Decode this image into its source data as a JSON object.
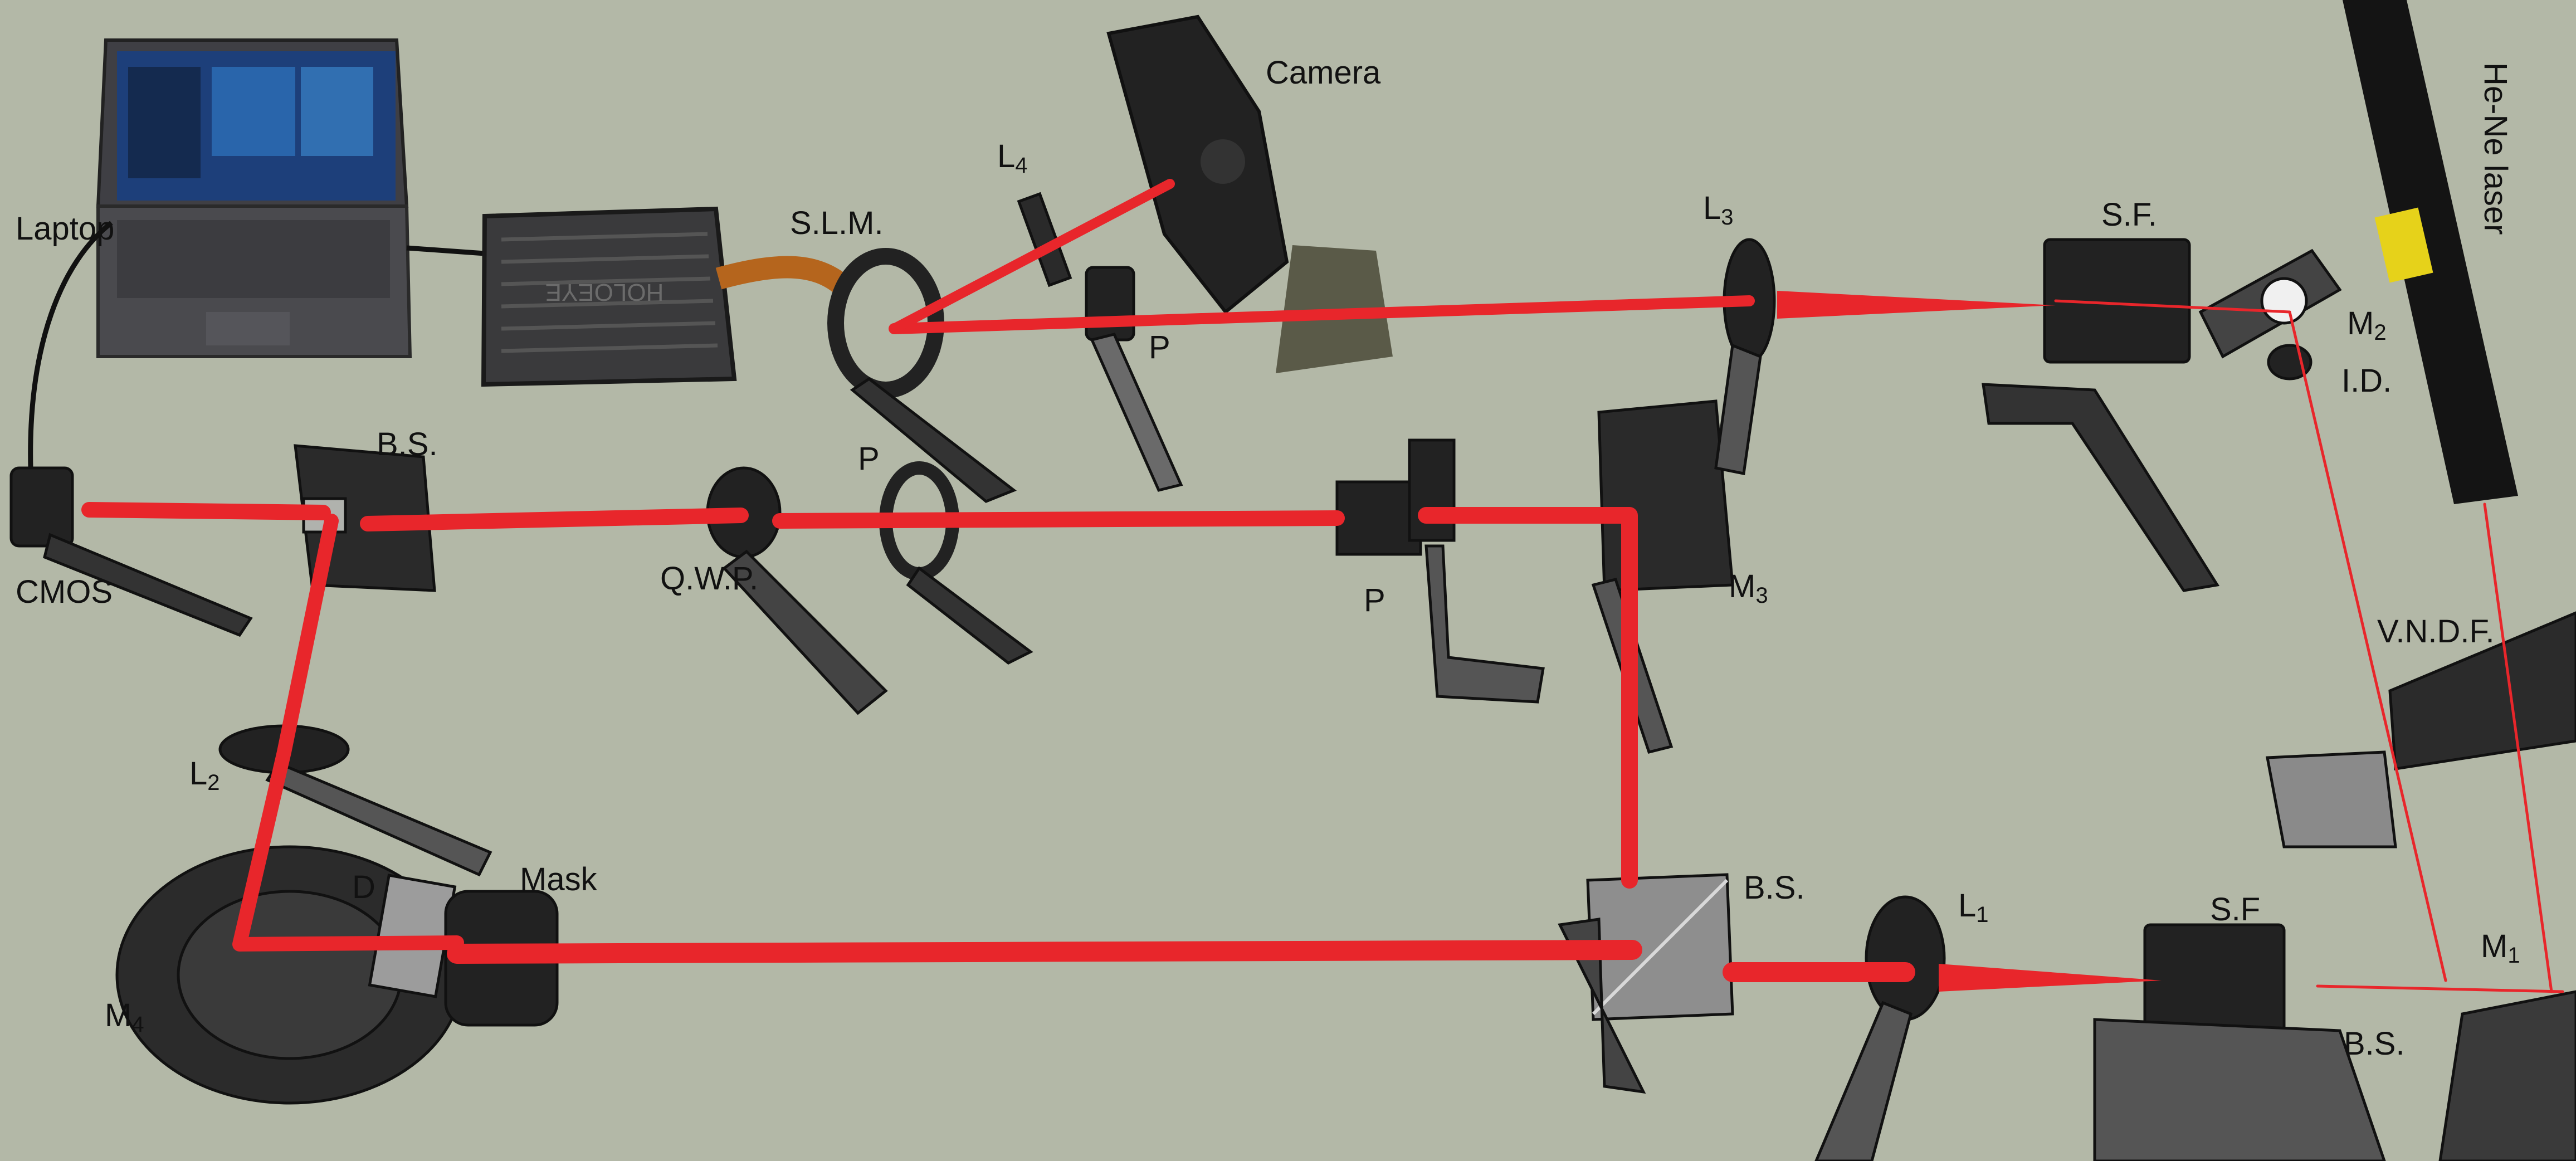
{
  "colors": {
    "background": "#b3b8a7",
    "beam": "#e8262b",
    "mount": "#1f1f1f",
    "mount_mid": "#3a3a3a",
    "post": "#8a8a8a",
    "bench_edge": "#e9ece3",
    "laptop_body": "#4a4a4e",
    "laptop_screen": "#1d3f7a"
  },
  "labels": {
    "laptop": "Laptop",
    "cmos": "CMOS",
    "bs_left": "B.S.",
    "qwp": "Q.W.P.",
    "slm": "S.L.M.",
    "camera": "Camera",
    "l4_main": "L",
    "l4_sub": "4",
    "p_top": "P",
    "p_mid": "P",
    "p_right": "P",
    "l3_main": "L",
    "l3_sub": "3",
    "sf_top": "S.F.",
    "m2_main": "M",
    "m2_sub": "2",
    "id": "I.D.",
    "laser": "He-Ne laser",
    "m3_main": "M",
    "m3_sub": "3",
    "vndf": "V.N.D.F.",
    "l2_main": "L",
    "l2_sub": "2",
    "d": "D",
    "mask": "Mask",
    "m4_main": "M",
    "m4_sub": "4",
    "bs_bottom": "B.S.",
    "l1_main": "L",
    "l1_sub": "1",
    "sf_bottom": "S.F",
    "m1_main": "M",
    "m1_sub": "1",
    "bs_corner": "B.S.",
    "slm_brand": "HOLOEYE"
  }
}
